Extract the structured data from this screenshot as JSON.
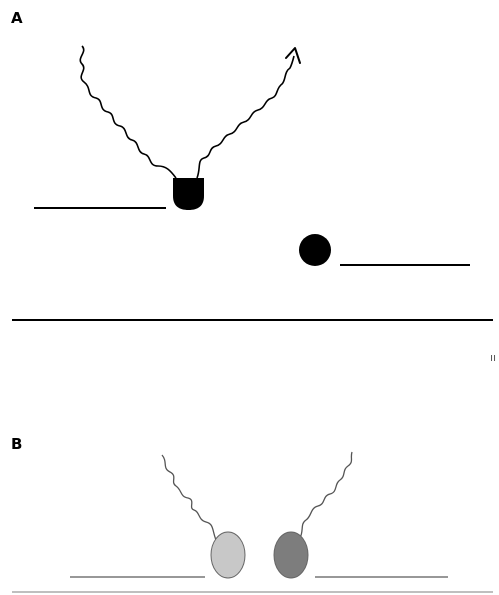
{
  "panels": {
    "a": {
      "label": "A"
    },
    "b": {
      "label": "B"
    }
  },
  "stray_mark": "ıı",
  "colors": {
    "background": "#ffffff",
    "ink": "#000000",
    "panel_b_line": "#777777",
    "panel_b_wave": "#555555",
    "panel_b_particle_left": "#c8c8c8",
    "panel_b_particle_right": "#7d7d7d",
    "panel_b_particle_outline": "#666666"
  },
  "icons": {
    "outgoing_arrow": "arrowhead-icon"
  }
}
